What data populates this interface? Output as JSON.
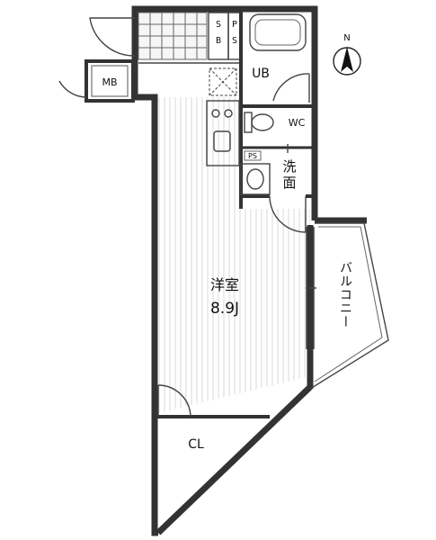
{
  "rooms": {
    "main_room_name": "洋室",
    "main_room_size": "8.9J",
    "unit_bath": "UB",
    "toilet": "WC",
    "washroom_a": "洗",
    "washroom_b": "面",
    "balcony": "バルコニー",
    "closet": "CL",
    "meter_box": "MB",
    "shoe_box_s": "S",
    "shoe_box_b": "B",
    "pipe_space_p": "P",
    "pipe_space_s": "S",
    "washroom_ps": "PS"
  },
  "compass": {
    "north_label": "N"
  },
  "colors": {
    "wall": "#333333",
    "background": "#ffffff"
  }
}
